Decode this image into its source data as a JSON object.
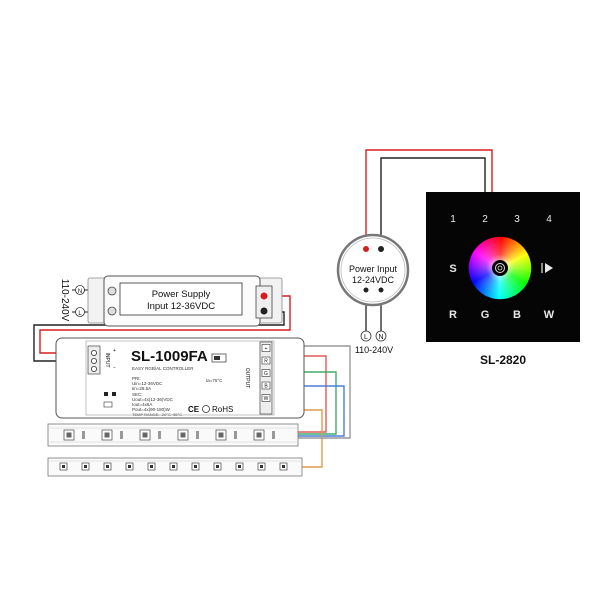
{
  "mains": {
    "voltage": "110-240V",
    "live": "L",
    "neutral": "N"
  },
  "psu_left": {
    "line1": "Power Supply",
    "line2": "Input 12-36VDC"
  },
  "controller": {
    "model": "SL-1009FA",
    "subtitle": "EASY RGB/AL CONTROLLER",
    "input_label": "INPUT",
    "output_label": "OUTPUT",
    "pri_title": "PRI:",
    "pri_line1": "Uin=12-36VDC",
    "pri_line2": "Iin=28.5A",
    "sec_title": "SEC:",
    "sec_line1": "Uout=4x(12-36)VDC",
    "sec_line2": "Iout=4x6A",
    "sec_line3": "Pout=4x(90-180)W",
    "ta": "ta=75°C",
    "temp": "TEMP RANGE: -20°C~55°C",
    "ce": "CE",
    "rohs": "RoHS",
    "plus_sign": "+",
    "minus_sign": "−",
    "output_terminals": [
      "+",
      "R",
      "G",
      "B",
      "W"
    ]
  },
  "psu_right": {
    "line1": "Power Input",
    "line2": "12-24VDC",
    "voltage": "110-240V",
    "live": "L",
    "neutral": "N"
  },
  "panel": {
    "model": "SL-2820",
    "zones": [
      "1",
      "2",
      "3",
      "4"
    ],
    "left_button": "S",
    "channels": [
      "R",
      "G",
      "B",
      "W"
    ]
  },
  "colors": {
    "positive_wire": "#d81e1e",
    "negative_wire": "#222222",
    "red_channel": "#e05a5a",
    "green_channel": "#3fae6a",
    "blue_channel": "#4a7fd8",
    "white_channel": "#e09a4a",
    "panel_bg": "#050505"
  }
}
